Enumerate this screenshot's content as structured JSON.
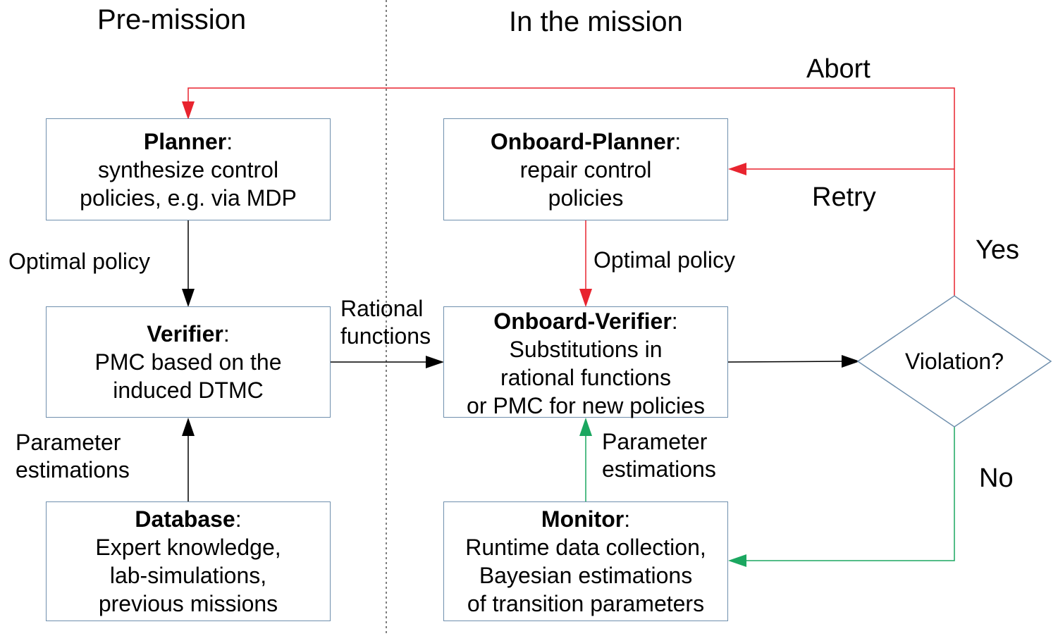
{
  "headers": {
    "pre": "Pre-mission",
    "in": "In the mission"
  },
  "boxes": {
    "planner": {
      "title": "Planner",
      "lines": [
        "synthesize control",
        "policies, e.g. via MDP"
      ]
    },
    "verifier": {
      "title": "Verifier",
      "lines": [
        "PMC based on the",
        "induced DTMC"
      ]
    },
    "database": {
      "title": "Database",
      "lines": [
        "Expert knowledge,",
        "lab-simulations,",
        "previous missions"
      ]
    },
    "onboard_planner": {
      "title": "Onboard-Planner",
      "lines": [
        "repair control",
        "policies"
      ]
    },
    "onboard_verifier": {
      "title": "Onboard-Verifier",
      "lines": [
        "Substitutions in",
        "rational functions",
        "or PMC for new policies"
      ]
    },
    "monitor": {
      "title": "Monitor",
      "lines": [
        "Runtime data collection,",
        "Bayesian estimations",
        "of transition parameters"
      ]
    }
  },
  "decision": {
    "text": "Violation?"
  },
  "edge_labels": {
    "optimal_policy_left": "Optimal policy",
    "param_est_left": [
      "Parameter",
      "estimations"
    ],
    "rational_functions": [
      "Rational",
      "functions"
    ],
    "optimal_policy_right": "Optimal policy",
    "param_est_right": [
      "Parameter",
      "estimations"
    ],
    "abort": "Abort",
    "retry": "Retry",
    "yes": "Yes",
    "no": "No"
  },
  "colors": {
    "box_border": "#6f8fad",
    "red": "#e8242f",
    "green": "#1ba760",
    "black": "#000000",
    "divider": "#555555"
  }
}
